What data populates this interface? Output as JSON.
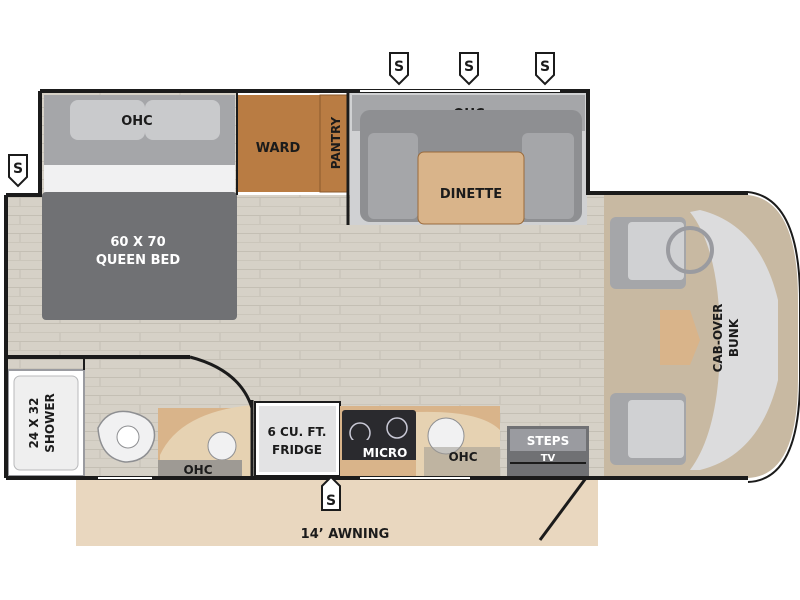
{
  "colors": {
    "wall": "#1b1b1b",
    "floor": "#d6d1c7",
    "floor_line": "#c4bfb4",
    "wood": "#b97c43",
    "wood_light": "#d9b48a",
    "gray_dark": "#707174",
    "gray_mid": "#a5a6a9",
    "gray_light": "#d0d1d3",
    "cab_tan": "#c8b9a2",
    "awning": "#e9d7bf",
    "counter": "#a7a098",
    "white": "#ffffff"
  },
  "icons": {
    "slide": "slideout-marker-icon",
    "slide_letter": "S"
  },
  "labels": {
    "ohc_bedroom": "OHC",
    "ward": "WARD",
    "pantry": "PANTRY",
    "ohc_dinette": "OHC",
    "dinette": "DINETTE",
    "bed_line1": "60 X 70",
    "bed_line2": "QUEEN BED",
    "shower_line1": "24 X 32",
    "shower_line2": "SHOWER",
    "ohc_bath": "OHC",
    "fridge_line1": "6 CU. FT.",
    "fridge_line2": "FRIDGE",
    "micro": "MICRO",
    "ohc_galley": "OHC",
    "steps": "STEPS",
    "tv": "TV",
    "cabover_line1": "CAB-OVER",
    "cabover_line2": "BUNK",
    "awning": "14’ AWNING"
  }
}
